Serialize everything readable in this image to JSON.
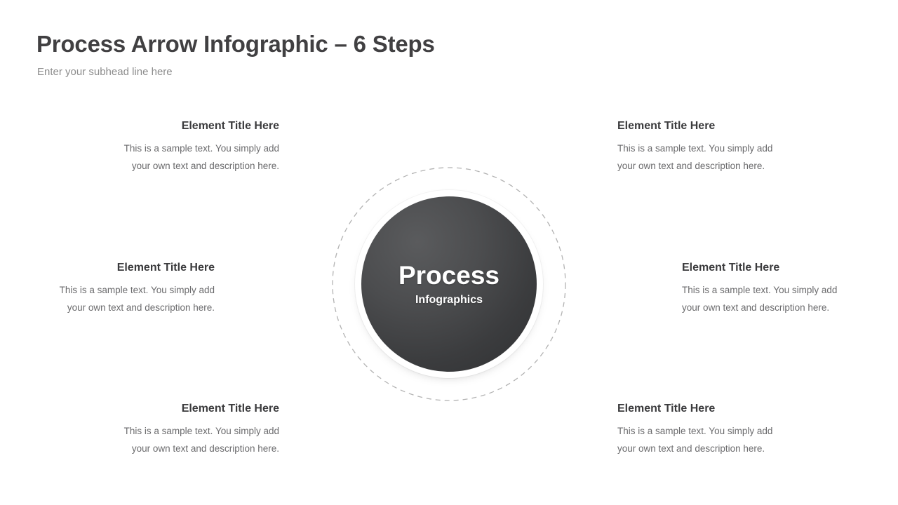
{
  "header": {
    "title": "Process Arrow Infographic – 6 Steps",
    "subhead": "Enter your subhead line here"
  },
  "center": {
    "title": "Process",
    "subtitle": "Infographics",
    "fill_dark": "#3b3c3e",
    "fill_light": "#5a5b5d"
  },
  "guide_circle": {
    "style": "dashed",
    "color": "#b3b3b3",
    "radius": 166
  },
  "steps": [
    {
      "id": "step-1",
      "position": "top-left",
      "icon": "trophy-icon",
      "color": "#5bc8d4",
      "color_light": "#82d7e0",
      "angle": -30,
      "title": "Element Title Here",
      "desc_line1": "This is a sample text. You simply add",
      "desc_line2": "your own text and description here."
    },
    {
      "id": "step-2",
      "position": "top-right",
      "icon": "megaphone-icon",
      "color": "#35a9de",
      "color_light": "#63bde6",
      "angle": 30,
      "title": "Element Title Here",
      "desc_line1": "This is a sample text. You simply add",
      "desc_line2": "your own text and description here."
    },
    {
      "id": "step-3",
      "position": "right",
      "icon": "target-arrow-icon",
      "color": "#0d8494",
      "color_light": "#3a9ba8",
      "angle": 90,
      "title": "Element Title Here",
      "desc_line1": "This is a sample text. You simply add",
      "desc_line2": "your own text and description here."
    },
    {
      "id": "step-4",
      "position": "bottom-right",
      "icon": "sparkle-star-icon",
      "color": "#9b1242",
      "color_light": "#b23f66",
      "angle": 150,
      "title": "Element Title Here",
      "desc_line1": "This is a sample text. You simply add",
      "desc_line2": "your own text and description here."
    },
    {
      "id": "step-5",
      "position": "bottom-left",
      "icon": "lightbulb-icon",
      "color": "#f23a5b",
      "color_light": "#f5637c",
      "angle": -150,
      "title": "Element Title Here",
      "desc_line1": "This is a sample text. You simply add",
      "desc_line2": "your own text and description here."
    },
    {
      "id": "step-6",
      "position": "left",
      "icon": "dumbbell-hand-icon",
      "color": "#f89830",
      "color_light": "#fbb05e",
      "angle": -90,
      "title": "Element Title Here",
      "desc_line1": "This is a sample text. You simply add",
      "desc_line2": "your own text and description here."
    }
  ]
}
